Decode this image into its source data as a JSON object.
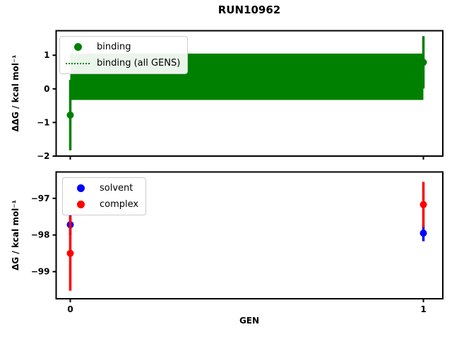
{
  "figure": {
    "title": "RUN10962",
    "background_color": "#ffffff",
    "accent_colors": {
      "binding": "#008000",
      "solvent": "#0000ff",
      "complex": "#ff0000"
    }
  },
  "chart_data": [
    {
      "type": "scatter",
      "subplot": "top",
      "title": "",
      "xlabel": "",
      "ylabel": "ΔΔG / kcal mol⁻¹",
      "xlim": [
        -0.04,
        1.055
      ],
      "ylim": [
        -2.0,
        1.73
      ],
      "grid": false,
      "legend_position": "upper-left",
      "yticks": [
        {
          "value": 1,
          "label": "1"
        },
        {
          "value": 0,
          "label": "0"
        },
        {
          "value": -1,
          "label": "−1"
        },
        {
          "value": -2,
          "label": "−2"
        }
      ],
      "xticks": [
        {
          "value": 0,
          "label": ""
        },
        {
          "value": 1,
          "label": ""
        }
      ],
      "series": [
        {
          "name": "binding",
          "marker": "circle",
          "color": "#008000",
          "x": [
            0,
            1
          ],
          "y": [
            -0.78,
            0.79
          ],
          "yerr": [
            1.05,
            0.78
          ]
        },
        {
          "name": "binding (all GENS)",
          "marker": "dotted-line",
          "color": "#008000",
          "value": 0.36,
          "band_low": -0.33,
          "band_high": 1.05,
          "x_start": 0,
          "x_end": 1
        }
      ]
    },
    {
      "type": "scatter",
      "subplot": "bottom",
      "title": "",
      "xlabel": "GEN",
      "ylabel": "ΔG / kcal mol⁻¹",
      "xlim": [
        -0.04,
        1.055
      ],
      "ylim": [
        -99.74,
        -96.28
      ],
      "grid": false,
      "legend_position": "upper-left",
      "yticks": [
        {
          "value": -97,
          "label": "−97"
        },
        {
          "value": -98,
          "label": "−98"
        },
        {
          "value": -99,
          "label": "−99"
        }
      ],
      "xticks": [
        {
          "value": 0,
          "label": "0"
        },
        {
          "value": 1,
          "label": "1"
        }
      ],
      "series": [
        {
          "name": "solvent",
          "marker": "circle",
          "color": "#0000ff",
          "x": [
            0,
            1
          ],
          "y": [
            -97.72,
            -97.95
          ],
          "yerr": [
            0.28,
            0.22
          ]
        },
        {
          "name": "complex",
          "marker": "circle",
          "color": "#ff0000",
          "x": [
            0,
            1
          ],
          "y": [
            -98.5,
            -97.17
          ],
          "yerr": [
            1.02,
            0.62
          ]
        }
      ]
    }
  ]
}
